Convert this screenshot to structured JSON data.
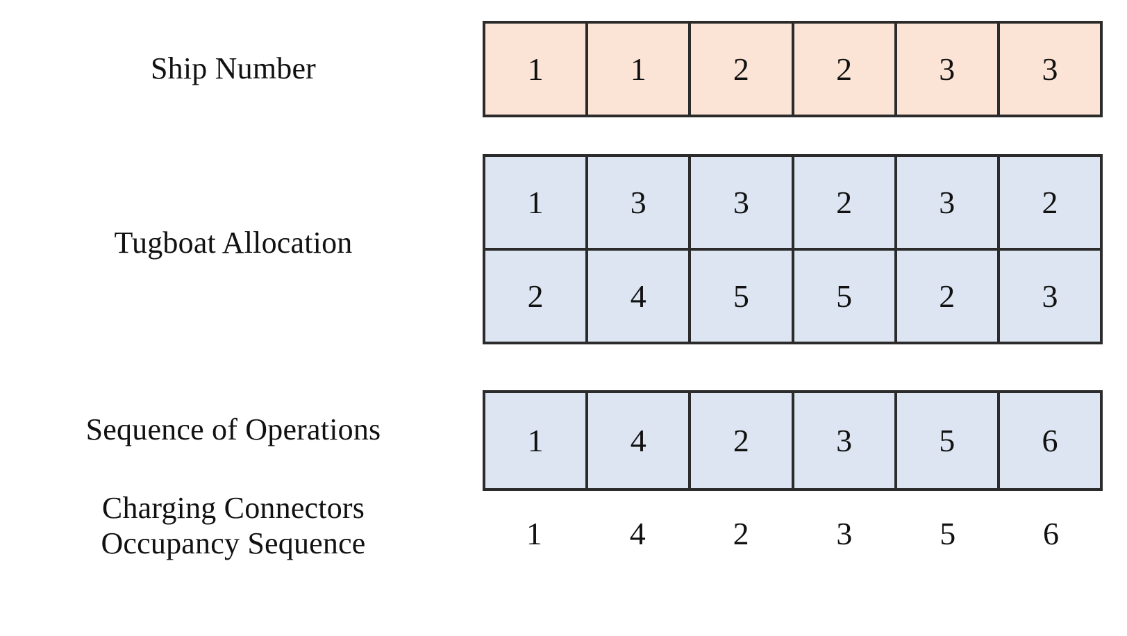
{
  "figure": {
    "background_color": "#ffffff",
    "border_color": "#2b2b2b",
    "text_color": "#111111"
  },
  "rows": [
    {
      "key": "ship_number",
      "label": "Ship Number",
      "fill_color": "#fbe4d5",
      "bordered": true,
      "lines": [
        {
          "values": [
            "1",
            "1",
            "2",
            "2",
            "3",
            "3"
          ]
        }
      ]
    },
    {
      "key": "tugboat_allocation",
      "label": "Tugboat Allocation",
      "fill_color": "#dce5f1",
      "bordered": true,
      "lines": [
        {
          "values": [
            "1",
            "3",
            "3",
            "2",
            "3",
            "2"
          ]
        },
        {
          "values": [
            "2",
            "4",
            "5",
            "5",
            "2",
            "3"
          ]
        }
      ]
    },
    {
      "key": "sequence_of_operations",
      "label": "Sequence of Operations",
      "fill_color": "#dce5f1",
      "bordered": true,
      "lines": [
        {
          "values": [
            "1",
            "4",
            "2",
            "3",
            "5",
            "6"
          ]
        }
      ]
    },
    {
      "key": "charging_connectors_occupancy_sequence",
      "label": "Charging Connectors\nOccupancy Sequence",
      "label_line_1": "Charging Connectors",
      "label_line_2": "Occupancy Sequence",
      "fill_color": "transparent",
      "bordered": false,
      "lines": [
        {
          "values": [
            "1",
            "4",
            "2",
            "3",
            "5",
            "6"
          ]
        }
      ]
    }
  ],
  "chart_data": {
    "type": "table",
    "title": "",
    "columns": 6,
    "row_labels": [
      "Ship Number",
      "Tugboat Allocation",
      "Sequence of Operations",
      "Charging Connectors Occupancy Sequence"
    ],
    "rows": [
      {
        "label": "Ship Number",
        "values": [
          1,
          1,
          2,
          2,
          3,
          3
        ]
      },
      {
        "label": "Tugboat Allocation (line 1)",
        "values": [
          1,
          3,
          3,
          2,
          3,
          2
        ]
      },
      {
        "label": "Tugboat Allocation (line 2)",
        "values": [
          2,
          4,
          5,
          5,
          2,
          3
        ]
      },
      {
        "label": "Sequence of Operations",
        "values": [
          1,
          4,
          2,
          3,
          5,
          6
        ]
      },
      {
        "label": "Charging Connectors Occupancy Sequence",
        "values": [
          1,
          4,
          2,
          3,
          5,
          6
        ]
      }
    ]
  }
}
